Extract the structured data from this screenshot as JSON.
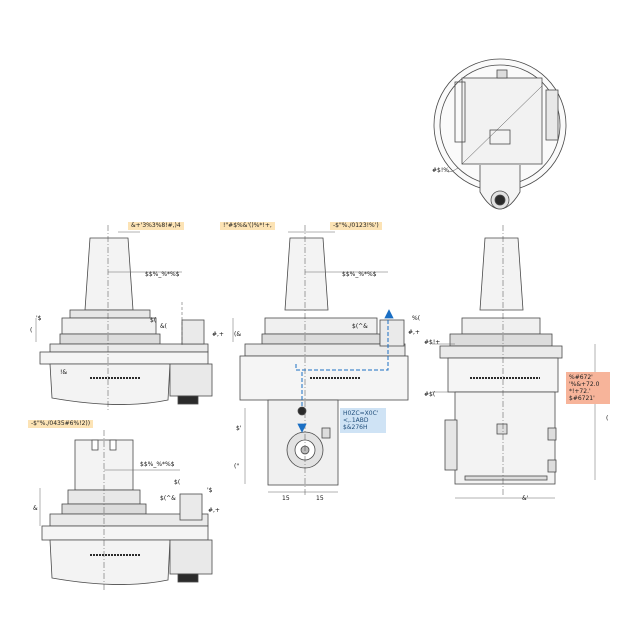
{
  "callouts": {
    "left_top": "&+'3%3%8!#,)4",
    "mid_top_left": "!\"#$%&'()%*!+,",
    "mid_top_right": "-$\"%./0123!%')",
    "left_bottom": "-$\"%./0435#6%!2))",
    "blue_box": [
      "H0ZC=X0C'",
      "<,.1ABD",
      "$&276H"
    ],
    "salmon_box": [
      "%#672'",
      "'%&+72.0",
      "*!+72.'",
      "$#6721'"
    ]
  },
  "dims": {
    "top_view": "#$!%",
    "left_top_width": "$$%_%*%$",
    "mid_top_width": "$$%_%*%$",
    "left_bottom_width": "$$%_%*%$",
    "side_ref_1": "#$!+",
    "side_ref_2": "#$(",
    "bottom_15_a": "15",
    "bottom_15_b": "15",
    "bottom_depth": "&'",
    "small_a": "$(",
    "small_b": "&(",
    "small_c": "'$",
    "small_d": "(",
    "small_e": "#,+",
    "small_f": "$(^&",
    "small_g": "%(",
    "small_h": "#,+",
    "small_i": "(&",
    "small_j": "$(",
    "small_k": "&",
    "small_l": "$(^&",
    "small_m": "(\"",
    "small_n": "'$",
    "small_o": "$'",
    "small_p": "!&",
    "small_q": "(",
    "small_r": "#,+"
  },
  "colors": {
    "line": "#4a4a4a",
    "fill": "#f3f3f3",
    "dark": "#2b2b2b",
    "accent": "#1a6fc4"
  }
}
